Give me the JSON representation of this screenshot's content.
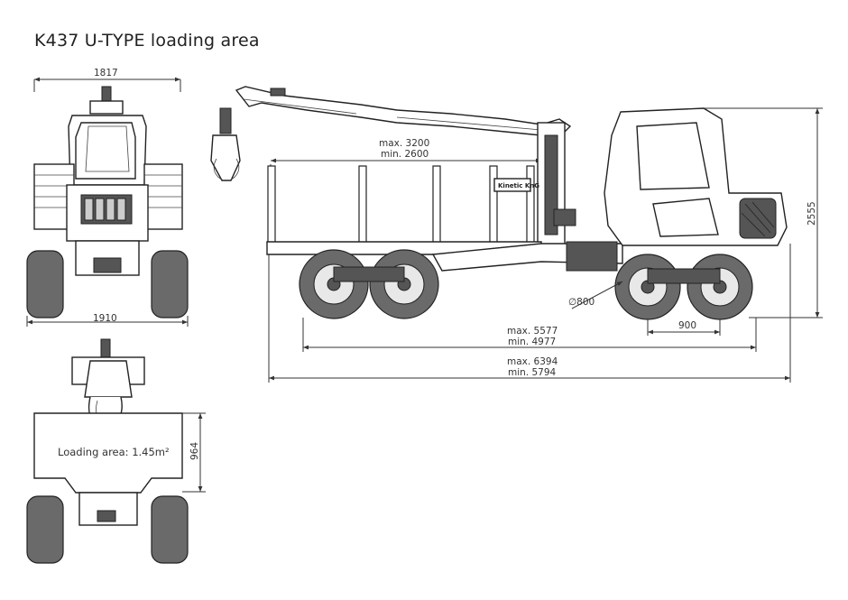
{
  "title": "K437 U-TYPE loading area",
  "dims": {
    "front_top_width": "1817",
    "front_bottom_width": "1910",
    "height": "2555",
    "boom_max": "max. 3200",
    "boom_min": "min. 2600",
    "wheel_diameter": "800",
    "bogie": "900",
    "wheelbase_max": "max. 5577",
    "wheelbase_min": "min. 4977",
    "length_max": "max. 6394",
    "length_min": "min. 5794",
    "rear_height": "964",
    "loading_area": "Loading area: 1.45m²"
  },
  "brand_label": "Kinetic KnG"
}
